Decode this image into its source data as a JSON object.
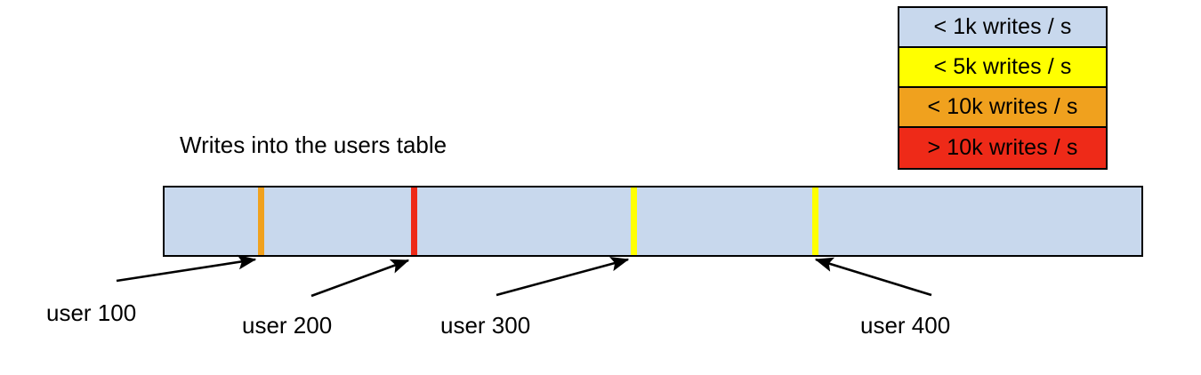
{
  "diagram": {
    "title": "Writes into the users table",
    "bar": {
      "fill_color": "#c8d8ed",
      "border_color": "#000000"
    },
    "legend": {
      "items": [
        {
          "label": "< 1k writes / s",
          "color": "#c8d8ed"
        },
        {
          "label": "< 5k writes / s",
          "color": "#ffff00"
        },
        {
          "label": "< 10k writes / s",
          "color": "#f0a11e"
        },
        {
          "label": "> 10k writes / s",
          "color": "#ee2a18"
        }
      ]
    },
    "partitions": [
      {
        "label": "user 100",
        "color": "#f0a11e",
        "tier": "< 10k writes / s"
      },
      {
        "label": "user 200",
        "color": "#ee2a18",
        "tier": "> 10k writes / s"
      },
      {
        "label": "user 300",
        "color": "#ffff00",
        "tier": "< 5k writes / s"
      },
      {
        "label": "user 400",
        "color": "#ffff00",
        "tier": "< 5k writes / s"
      }
    ]
  }
}
